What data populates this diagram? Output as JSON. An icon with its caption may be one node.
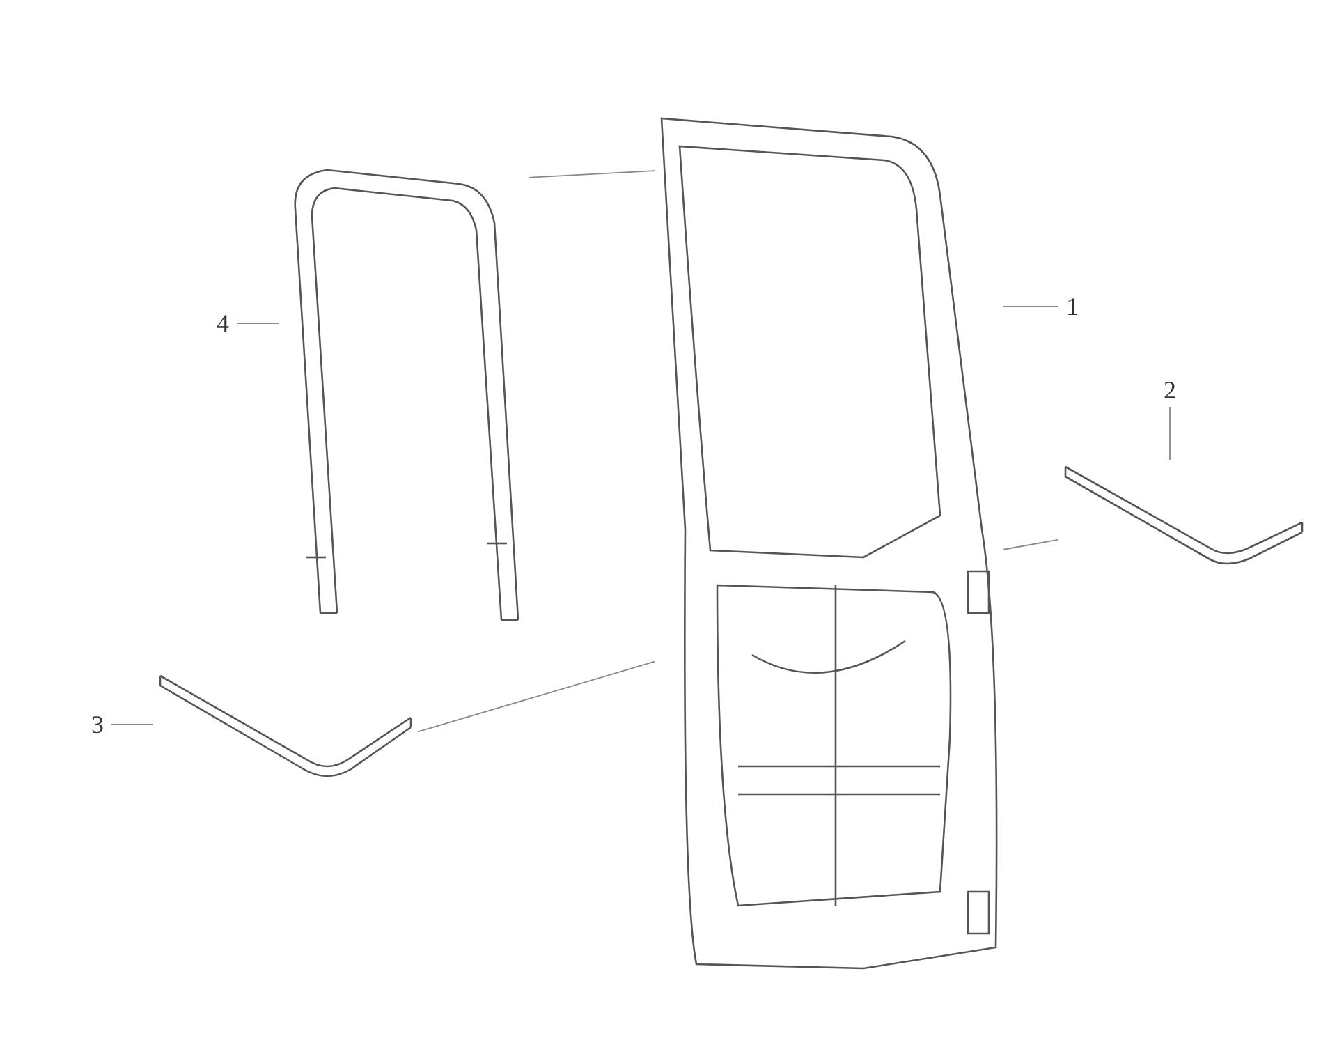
{
  "diagram": {
    "nodes": [
      {
        "text": [
          "4"
        ]
      },
      {
        "text": [
          "1"
        ]
      },
      {
        "text": [
          "2"
        ]
      },
      {
        "text": [
          "3"
        ]
      },
      {
        "text": [],
        "shape": "picture"
      },
      {
        "text": [],
        "shape": "picture"
      },
      {
        "text": [],
        "shape": "picture"
      },
      {
        "text": [],
        "shape": "picture"
      }
    ],
    "edges": [
      {
        "from": 0,
        "to": 4,
        "arrow": "none"
      },
      {
        "from": 1,
        "to": 5,
        "arrow": "none"
      },
      {
        "from": 2,
        "to": 6,
        "arrow": "none"
      },
      {
        "from": 3,
        "to": 7,
        "arrow": "none"
      },
      {
        "from": 4,
        "to": 5,
        "arrow": "none"
      },
      {
        "from": 7,
        "to": 5,
        "arrow": "none"
      },
      {
        "from": 6,
        "to": 5,
        "arrow": "none"
      }
    ]
  }
}
